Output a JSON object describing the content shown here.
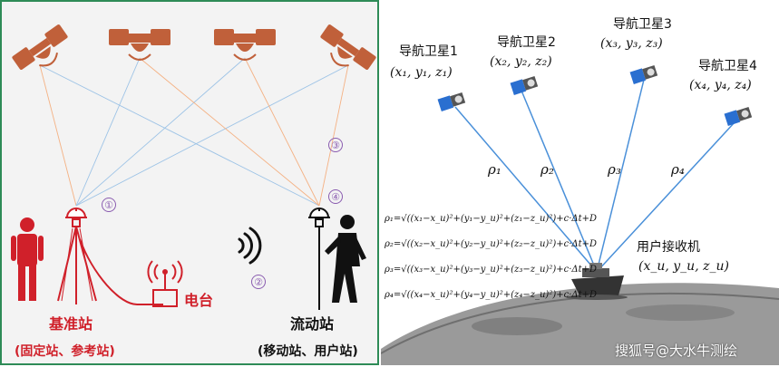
{
  "left": {
    "base_station_label": "基准站",
    "base_station_sub": "(固定站、参考站)",
    "radio_label": "电台",
    "rover_label": "流动站",
    "rover_sub": "(移动站、用户站)",
    "markers": [
      "①",
      "②",
      "③",
      "④"
    ]
  },
  "right": {
    "satellites": [
      {
        "name": "导航卫星1",
        "coord": "(x₁, y₁, z₁)"
      },
      {
        "name": "导航卫星2",
        "coord": "(x₂, y₂, z₂)"
      },
      {
        "name": "导航卫星3",
        "coord": "(x₃, y₃, z₃)"
      },
      {
        "name": "导航卫星4",
        "coord": "(x₄, y₄, z₄)"
      }
    ],
    "ranges": [
      "ρ₁",
      "ρ₂",
      "ρ₃",
      "ρ₄"
    ],
    "equations": [
      "ρ₁=√((x₁−x_u)²+(y₁−y_u)²+(z₁−z_u)²)+c·Δt+D",
      "ρ₂=√((x₂−x_u)²+(y₂−y_u)²+(z₂−z_u)²)+c·Δt+D",
      "ρ₃=√((x₃−x_u)²+(y₃−y_u)²+(z₃−z_u)²)+c·Δt+D",
      "ρ₄=√((x₄−x_u)²+(y₄−y_u)²+(z₄−z_u)²)+c·Δt+D"
    ],
    "receiver_label": "用户接收机",
    "receiver_coord": "(x_u, y_u, z_u)",
    "watermark": "搜狐号@大水牛测绘"
  }
}
